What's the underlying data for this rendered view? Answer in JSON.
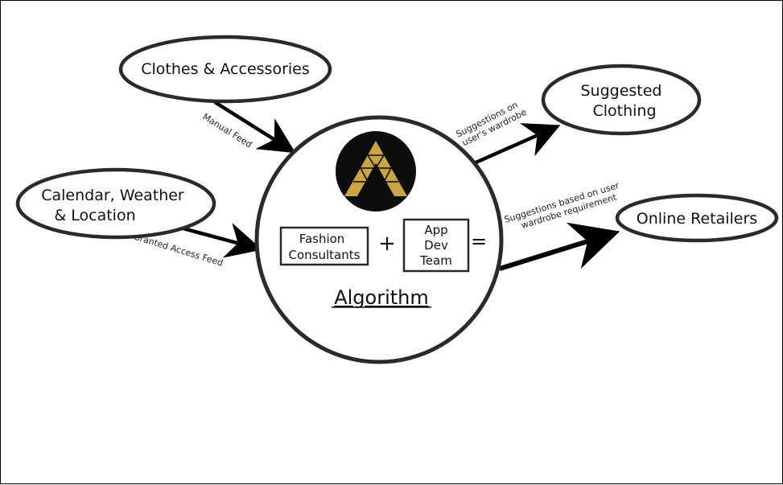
{
  "nodes": {
    "clothes": {
      "label": "Clothes & Accessories"
    },
    "calendar": {
      "line1": "Calendar, Weather",
      "line2": "& Location"
    },
    "suggested": {
      "line1": "Suggested",
      "line2": "Clothing"
    },
    "retailers": {
      "label": "Online Retailers"
    },
    "center": {
      "consultants": {
        "line1": "Fashion",
        "line2": "Consultants"
      },
      "plus": "+",
      "devteam": {
        "line1": "App",
        "line2": "Dev",
        "line3": "Team"
      },
      "equals": "=",
      "title": "Algorithm"
    }
  },
  "edges": {
    "manual_feed": "Manual Feed",
    "granted_access": "Granted Access Feed",
    "suggest_wardrobe": {
      "line1": "Suggestions on",
      "line2": "user's wardrobe"
    },
    "suggest_requirement": {
      "line1": "Suggestions based on user",
      "line2": "wardrobe requirement"
    }
  },
  "colors": {
    "stroke": "#2a2a2a",
    "logo_bg": "#0d0d0d",
    "logo_gold": "#c9a544"
  },
  "icons": {
    "logo": "triangle-a-logo-icon"
  }
}
